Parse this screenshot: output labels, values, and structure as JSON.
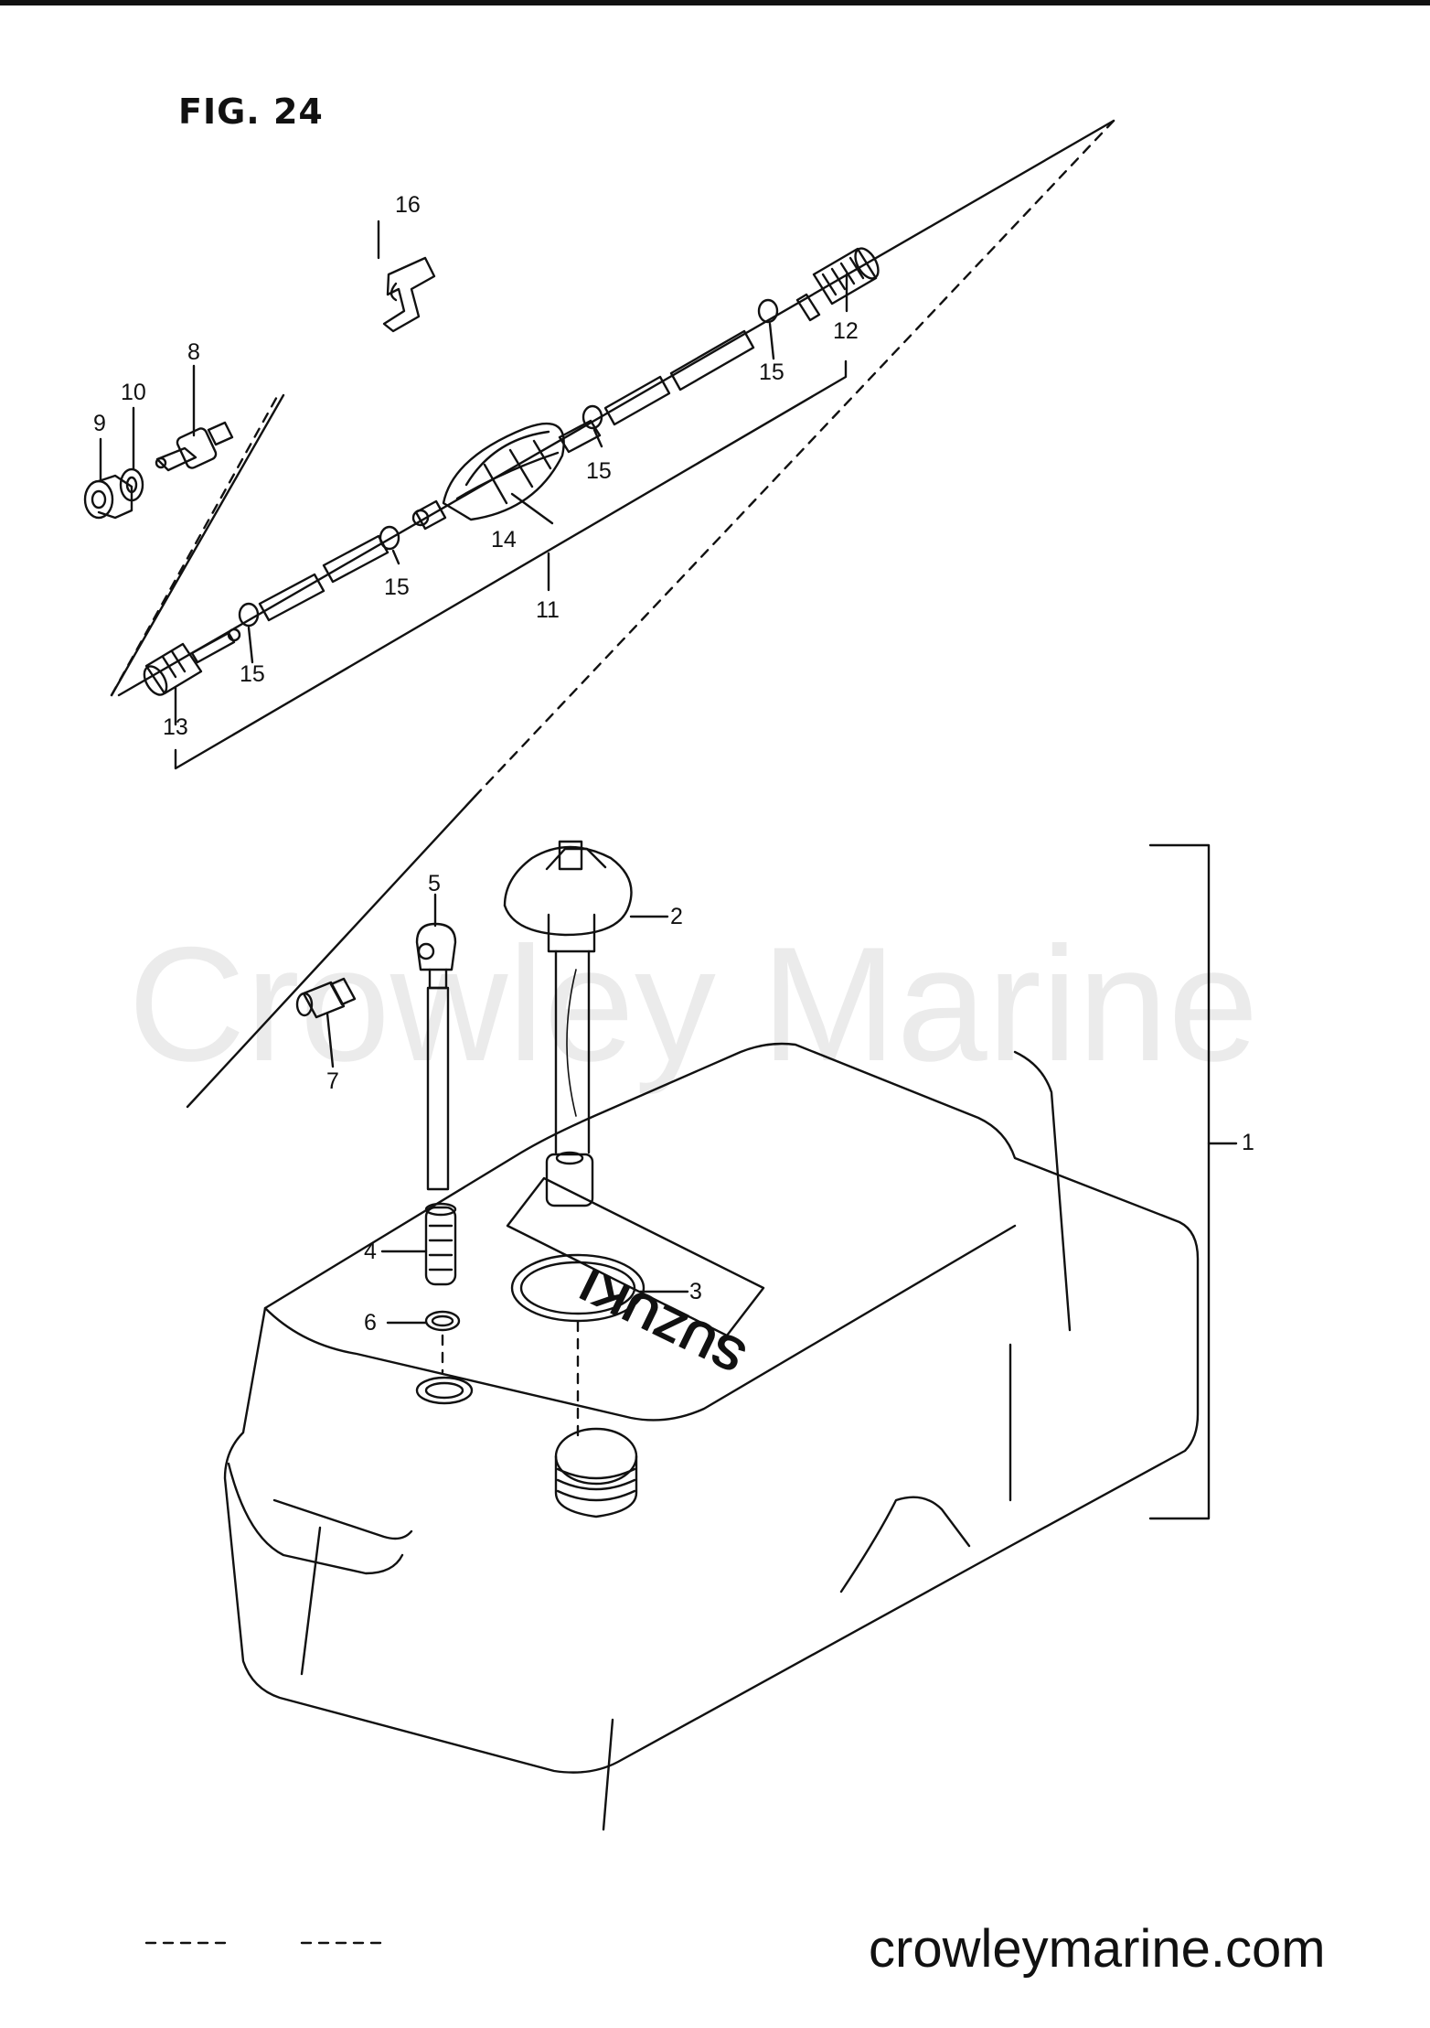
{
  "figure": {
    "title": "FIG. 24"
  },
  "watermark": {
    "text": "Crowley Marine"
  },
  "footer": {
    "url": "crowleymarine.com"
  },
  "tank_logo": {
    "text": "SUZUKI"
  },
  "callouts": {
    "c1": "1",
    "c2": "2",
    "c3": "3",
    "c4": "4",
    "c5": "5",
    "c6": "6",
    "c7": "7",
    "c8": "8",
    "c9": "9",
    "c10": "10",
    "c11": "11",
    "c12": "12",
    "c13": "13",
    "c14": "14",
    "c15a": "15",
    "c15b": "15",
    "c15c": "15",
    "c15d": "15",
    "c16": "16"
  }
}
